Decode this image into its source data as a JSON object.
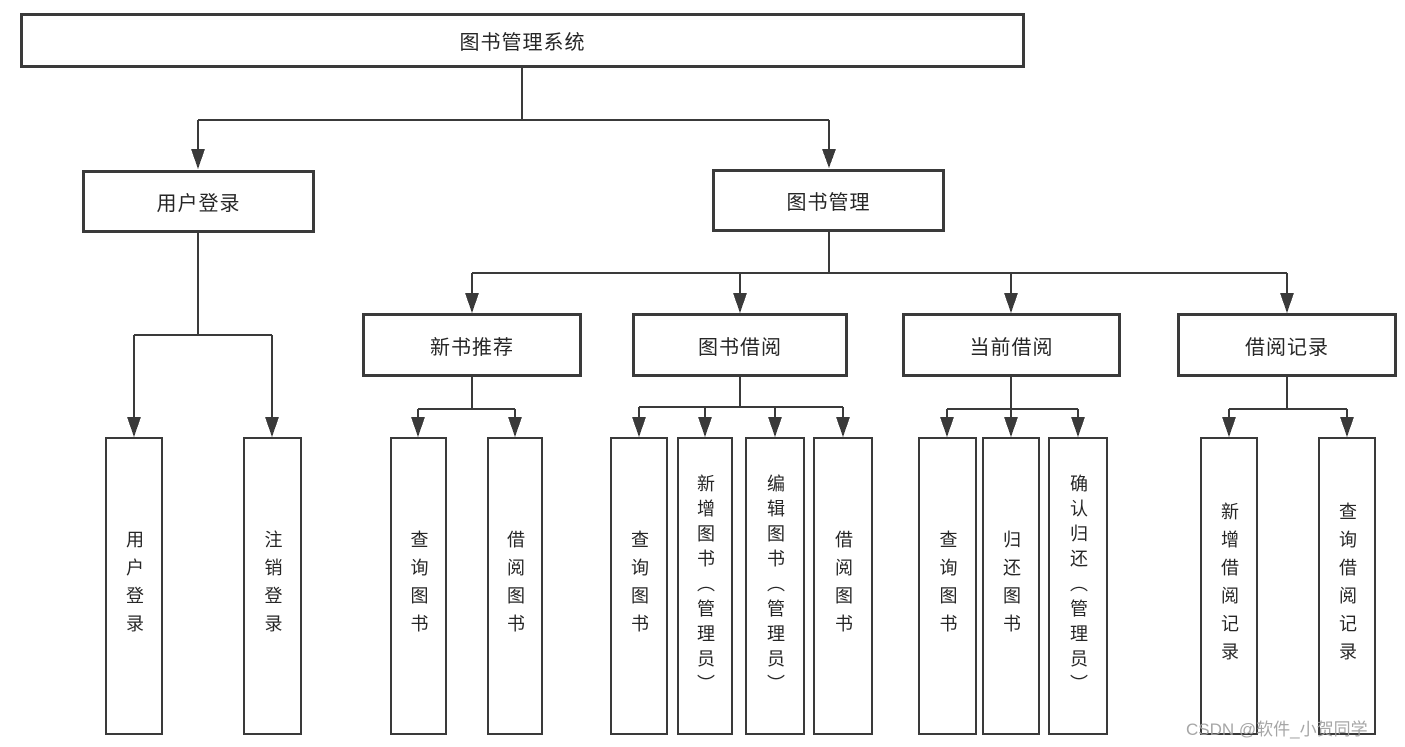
{
  "diagram_type": "tree-structure-chart",
  "title": "图书管理系统",
  "tree": {
    "label": "图书管理系统",
    "children": [
      {
        "label": "用户登录",
        "children": [
          {
            "label": "用户登录"
          },
          {
            "label": "注销登录"
          }
        ]
      },
      {
        "label": "图书管理",
        "children": [
          {
            "label": "新书推荐",
            "children": [
              {
                "label": "查询图书"
              },
              {
                "label": "借阅图书"
              }
            ]
          },
          {
            "label": "图书借阅",
            "children": [
              {
                "label": "查询图书"
              },
              {
                "label": "新增图书（管理员）"
              },
              {
                "label": "编辑图书（管理员）"
              },
              {
                "label": "借阅图书"
              }
            ]
          },
          {
            "label": "当前借阅",
            "children": [
              {
                "label": "查询图书"
              },
              {
                "label": "归还图书"
              },
              {
                "label": "确认归还（管理员）"
              }
            ]
          },
          {
            "label": "借阅记录",
            "children": [
              {
                "label": "新增借阅记录"
              },
              {
                "label": "查询借阅记录"
              }
            ]
          }
        ]
      }
    ]
  },
  "watermark": "CSDN @软件_小贺同学",
  "colors": {
    "line": "#3a3a3a",
    "box_border": "#3a3a3a",
    "box_fill": "#ffffff",
    "text": "#262626",
    "watermark": "#9e9e9e",
    "background": "#ffffff"
  }
}
